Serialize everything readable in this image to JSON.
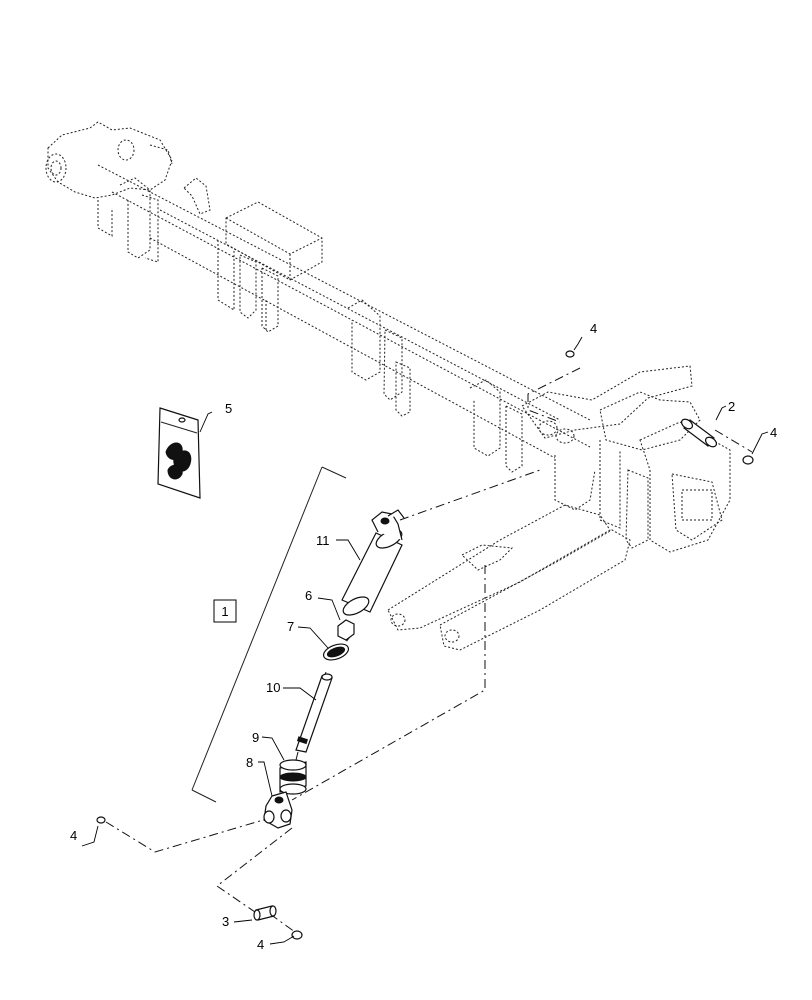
{
  "callouts": {
    "c1": "1",
    "c2": "2",
    "c3": "3",
    "c4a": "4",
    "c4b": "4",
    "c4c": "4",
    "c4d": "4",
    "c5": "5",
    "c6": "6",
    "c7": "7",
    "c8": "8",
    "c9": "9",
    "c10": "10",
    "c11": "11"
  }
}
